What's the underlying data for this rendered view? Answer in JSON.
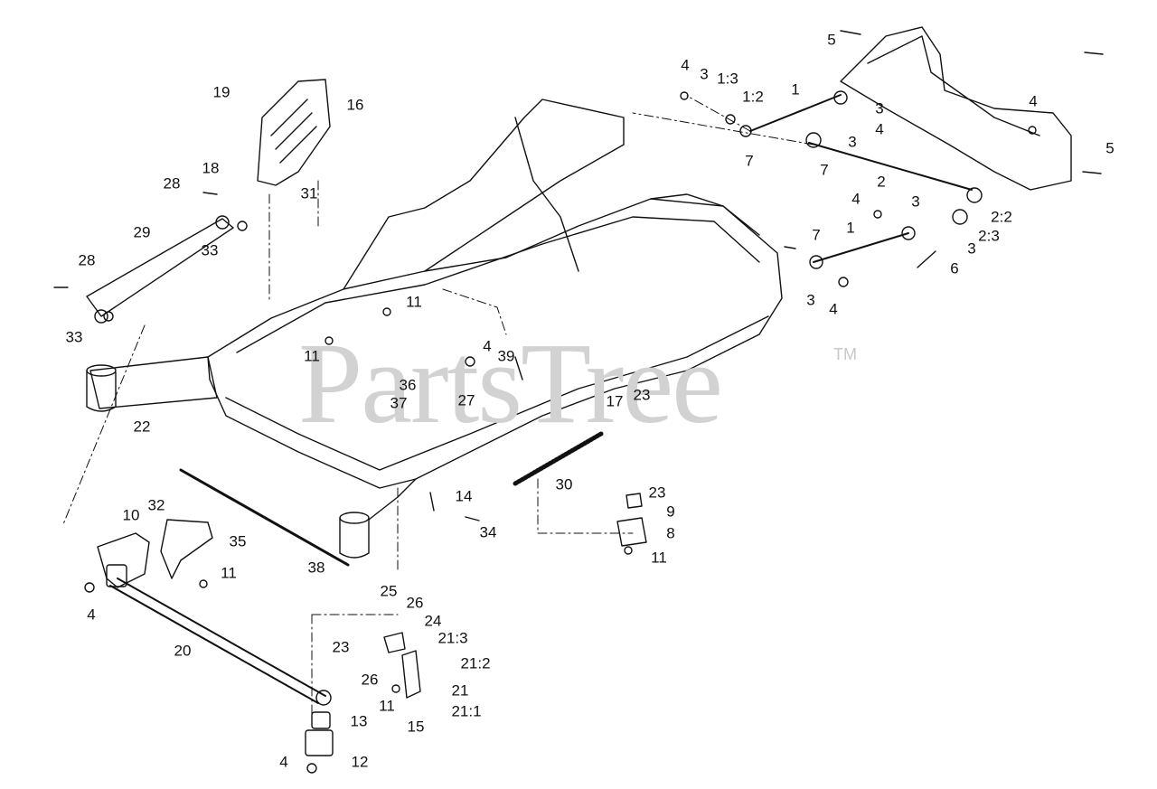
{
  "watermark": {
    "text": "PartsTree",
    "trademark": "TM"
  },
  "callouts": [
    {
      "label": "5"
    },
    {
      "label": "4"
    },
    {
      "label": "3"
    },
    {
      "label": "1:3"
    },
    {
      "label": "1:2"
    },
    {
      "label": "1"
    },
    {
      "label": "3"
    },
    {
      "label": "4"
    },
    {
      "label": "3"
    },
    {
      "label": "7"
    },
    {
      "label": "7"
    },
    {
      "label": "2"
    },
    {
      "label": "4"
    },
    {
      "label": "5"
    },
    {
      "label": "4"
    },
    {
      "label": "3"
    },
    {
      "label": "2:2"
    },
    {
      "label": "2:3"
    },
    {
      "label": "7"
    },
    {
      "label": "1"
    },
    {
      "label": "3"
    },
    {
      "label": "6"
    },
    {
      "label": "3"
    },
    {
      "label": "4"
    },
    {
      "label": "19"
    },
    {
      "label": "16"
    },
    {
      "label": "18"
    },
    {
      "label": "31"
    },
    {
      "label": "28"
    },
    {
      "label": "29"
    },
    {
      "label": "33"
    },
    {
      "label": "28"
    },
    {
      "label": "33"
    },
    {
      "label": "11"
    },
    {
      "label": "11"
    },
    {
      "label": "4"
    },
    {
      "label": "39"
    },
    {
      "label": "36"
    },
    {
      "label": "37"
    },
    {
      "label": "27"
    },
    {
      "label": "17"
    },
    {
      "label": "23"
    },
    {
      "label": "22"
    },
    {
      "label": "30"
    },
    {
      "label": "23"
    },
    {
      "label": "9"
    },
    {
      "label": "8"
    },
    {
      "label": "11"
    },
    {
      "label": "14"
    },
    {
      "label": "34"
    },
    {
      "label": "10"
    },
    {
      "label": "32"
    },
    {
      "label": "35"
    },
    {
      "label": "38"
    },
    {
      "label": "11"
    },
    {
      "label": "4"
    },
    {
      "label": "25"
    },
    {
      "label": "26"
    },
    {
      "label": "24"
    },
    {
      "label": "23"
    },
    {
      "label": "21:3"
    },
    {
      "label": "21:2"
    },
    {
      "label": "26"
    },
    {
      "label": "20"
    },
    {
      "label": "11"
    },
    {
      "label": "21"
    },
    {
      "label": "21:1"
    },
    {
      "label": "15"
    },
    {
      "label": "13"
    },
    {
      "label": "12"
    },
    {
      "label": "4"
    }
  ]
}
